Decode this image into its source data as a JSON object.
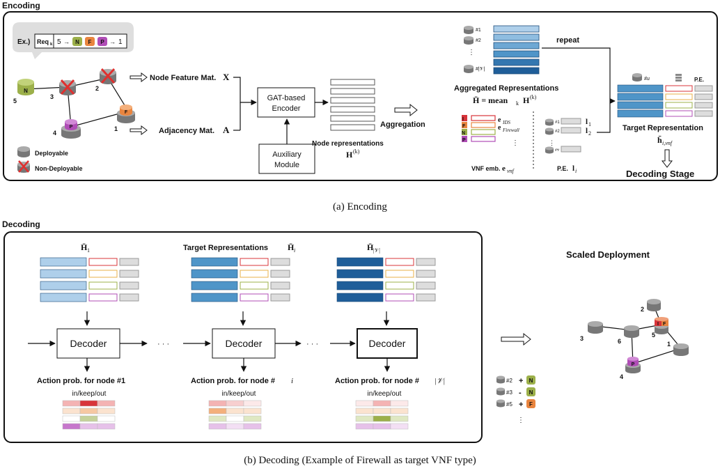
{
  "encoding": {
    "section_label": "Encoding",
    "caption": "(a) Encoding",
    "example": {
      "label": "Ex.)",
      "req_label": "Req",
      "req_sub": "k",
      "chain_start": "5",
      "chain_nodes": [
        "N",
        "F",
        "P"
      ],
      "chain_end": "1"
    },
    "graph_nodes": [
      "5",
      "3",
      "2",
      "4",
      "1"
    ],
    "node_letters": {
      "n": "N",
      "f": "F",
      "p": "P"
    },
    "legend": {
      "deployable": "Deployable",
      "non_deployable": "Non-Deployable"
    },
    "node_feature_label": "Node Feature Mat.",
    "node_feature_sym": "X",
    "adjacency_label": "Adjacency Mat.",
    "adjacency_sym": "A",
    "gat_label_1": "GAT-based",
    "gat_label_2": "Encoder",
    "aux_label_1": "Auxiliary",
    "aux_label_2": "Module",
    "node_repr_label": "Node representations",
    "node_repr_sym": "H",
    "node_repr_sup": "(k)",
    "aggregation_label": "Aggregation",
    "agg_ids": [
      "#1",
      "#2",
      "⋮",
      "#|𝒱|"
    ],
    "repeat_label": "repeat",
    "agg_repr_label": "Aggregated Representations",
    "agg_formula_lhs": "H̄ = mean",
    "agg_formula_sub": "k",
    "agg_formula_rhs": "H",
    "agg_formula_sup": "(k)",
    "vnf_letters": [
      "I",
      "F",
      "N",
      "P"
    ],
    "vnf_e_ids": "e",
    "vnf_e_ids_sub": "IDS",
    "vnf_e_fw": "e",
    "vnf_e_fw_sub": "Firewall",
    "vnf_emb_label": "VNF emb.",
    "vnf_emb_sym": "e",
    "vnf_emb_sub": "vnf",
    "pe_ids": [
      "#1",
      "#2",
      "⋮",
      "#𝒱"
    ],
    "pe_l1": "l",
    "pe_l1_sub": "1",
    "pe_l2": "l",
    "pe_l2_sub": "2",
    "pe_label": "P.E.",
    "pe_sym": "l",
    "pe_sub": "i",
    "target_u": "#u",
    "target_pe_label": "P.E.",
    "target_repr_label": "Target Representation",
    "target_repr_sym": "h̄",
    "target_repr_sub": "i,vnf",
    "decoding_stage_label": "Decoding Stage"
  },
  "decoding": {
    "section_label": "Decoding",
    "caption": "(b) Decoding (Example of Firewall as target VNF type)",
    "h1_label": "H̄",
    "h1_sub": "1",
    "hi_prefix": "Target Representations",
    "hi_label": "H̄",
    "hi_sub": "i",
    "hv_label": "H̄",
    "hv_sub": "|𝒱|",
    "decoder_label": "Decoder",
    "dots": "· · ·",
    "action_1": "Action prob. for node #1",
    "action_i_prefix": "Action prob. for node #",
    "action_i_sym": "i",
    "action_v_prefix": "Action prob. for node #",
    "action_v_sym": "|𝒱|",
    "in_keep_out": "in/keep/out",
    "scaled_title": "Scaled Deployment",
    "scaled_nodes": [
      "2",
      "3",
      "6",
      "5",
      "1",
      "4"
    ],
    "actions": [
      {
        "id": "#2",
        "op": "+",
        "vnf": "N"
      },
      {
        "id": "#3",
        "op": "-",
        "vnf": "N"
      },
      {
        "id": "#5",
        "op": "+",
        "vnf": "F"
      }
    ],
    "actions_more": "⋮"
  },
  "colors": {
    "vnf_n": "#9cb04a",
    "vnf_f": "#e9853f",
    "vnf_p": "#b04db6",
    "vnf_i": "#d8343a",
    "node_gray": "#8a8a8a",
    "blue_light": "#aecfea",
    "blue_mid": "#4f95c8",
    "blue_dark": "#1f5e99"
  }
}
